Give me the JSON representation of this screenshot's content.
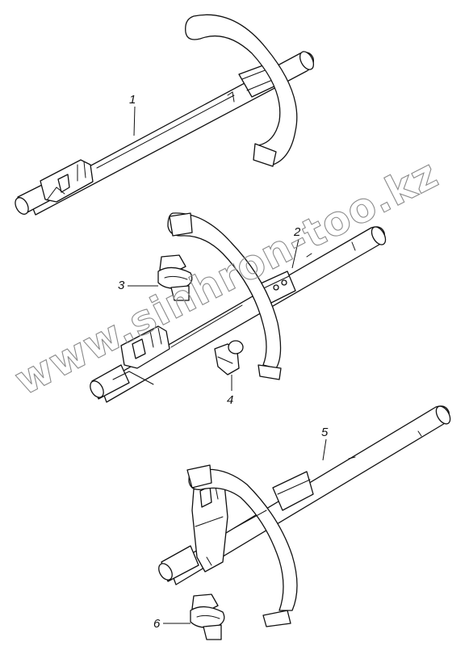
{
  "watermark": {
    "text": "www.sinhron-too.kz"
  },
  "callouts": {
    "c1": "1",
    "c2": "2",
    "c3": "3",
    "c4": "4",
    "c5": "5",
    "c6": "6"
  }
}
